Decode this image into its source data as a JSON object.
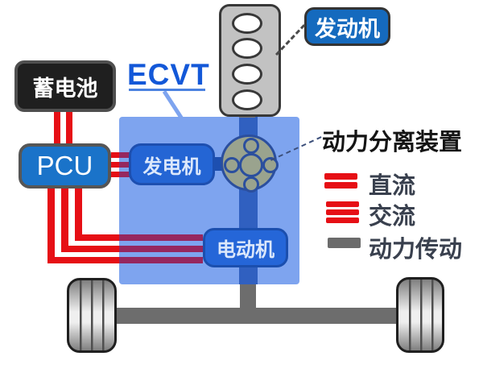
{
  "components": {
    "battery": "蓄电池",
    "pcu": "PCU",
    "ecvt": "ECVT",
    "generator": "发电机",
    "engine": "发动机",
    "motor": "电动机",
    "power_split": "动力分离装置"
  },
  "legend": {
    "dc": "直流",
    "ac": "交流",
    "power_transmission": "动力传动"
  },
  "colors": {
    "dc_ac_red": "#e60f15",
    "line_inside_ecvt": "#96275f",
    "ecvt_region_blue": "#7ea4ef",
    "component_blue": "#2465d4",
    "ecvt_text_blue": "#1358d8",
    "drivetrain_gray": "#6d6d6d"
  }
}
